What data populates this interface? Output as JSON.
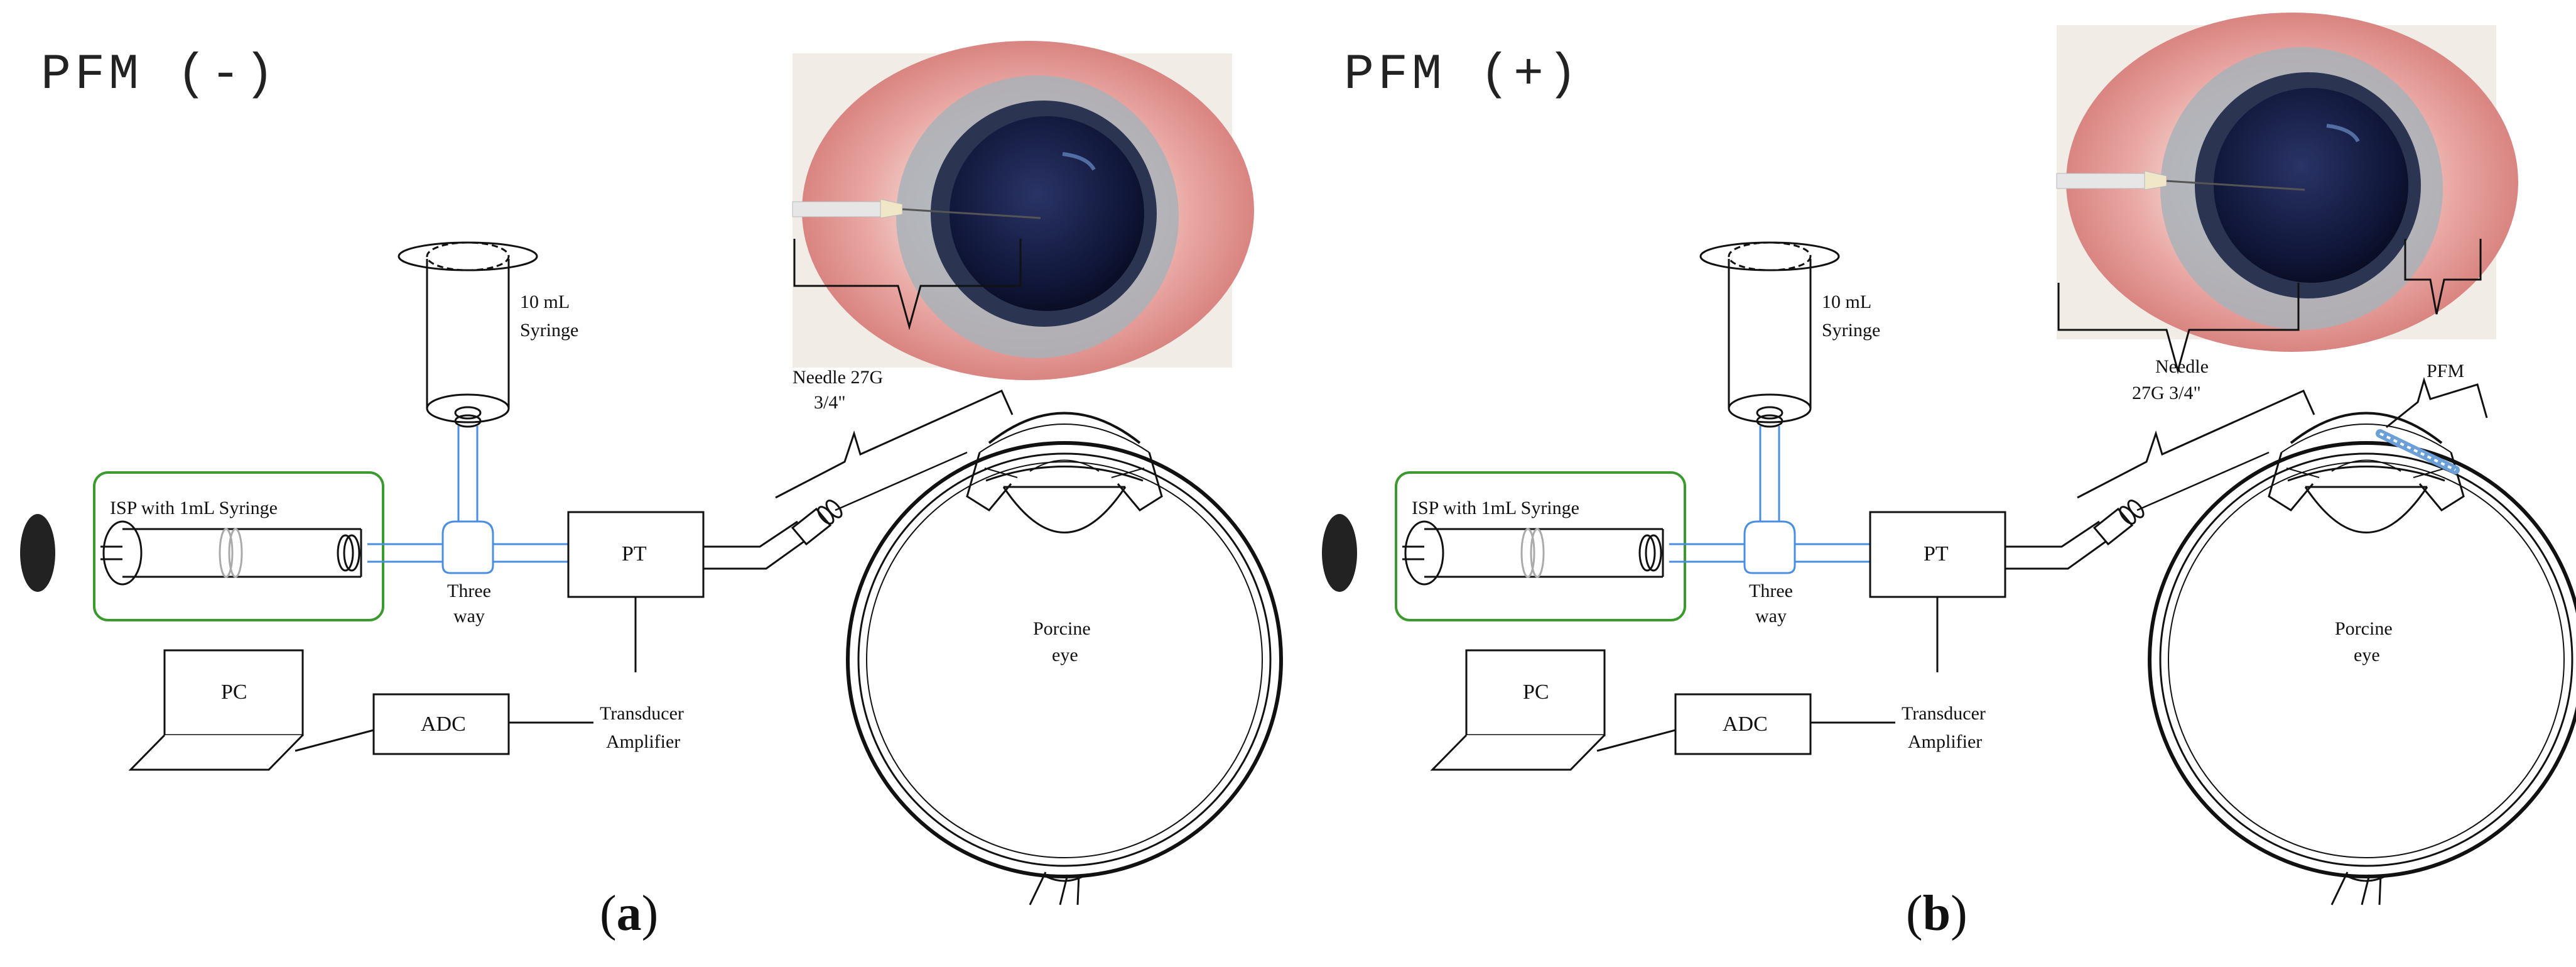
{
  "panels": [
    {
      "title": "PFM (-)",
      "letter": "a",
      "labels": {
        "syringe_10ml_line1": "10 mL",
        "syringe_10ml_line2": "Syringe",
        "isp": "ISP with 1mL Syringe",
        "three_way_line1": "Three",
        "three_way_line2": "way",
        "pt": "PT",
        "pc": "PC",
        "adc": "ADC",
        "transducer_line1": "Transducer",
        "transducer_line2": "Amplifier",
        "needle_line1": "Needle 27G",
        "needle_line2": "3/4\"",
        "eye_line1": "Porcine",
        "eye_line2": "eye",
        "pfm": ""
      }
    },
    {
      "title": "PFM (+)",
      "letter": "b",
      "labels": {
        "syringe_10ml_line1": "10 mL",
        "syringe_10ml_line2": "Syringe",
        "isp": "ISP with 1mL Syringe",
        "three_way_line1": "Three",
        "three_way_line2": "way",
        "pt": "PT",
        "pc": "PC",
        "adc": "ADC",
        "transducer_line1": "Transducer",
        "transducer_line2": "Amplifier",
        "needle_line1": "Needle",
        "needle_line2": "27G 3/4\"",
        "eye_line1": "Porcine",
        "eye_line2": "eye",
        "pfm": "PFM"
      }
    }
  ],
  "colors": {
    "isp_box": "#3a9a2e",
    "tubing": "#4a8ee0",
    "pfm_device": "#6a9fd8",
    "line": "#111111",
    "photo_bg": "#f1ece6",
    "sclera": "#e6a6a2",
    "limbus": "#a5adb3",
    "cornea": "#131a3a"
  },
  "icons": {
    "knob": "oval-knob-icon",
    "laptop": "laptop-pc-icon",
    "photo": "porcine-eye-photo"
  }
}
